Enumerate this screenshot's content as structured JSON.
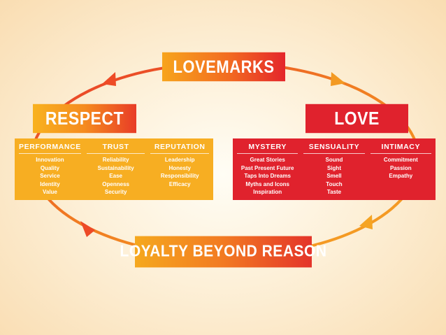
{
  "top": {
    "label": "LOVEMARKS"
  },
  "bottom": {
    "label": "LOYALTY BEYOND REASON"
  },
  "respect": {
    "label": "RESPECT",
    "columns": [
      {
        "title": "PERFORMANCE",
        "items": [
          "Innovation",
          "Quality",
          "Service",
          "Identity",
          "Value"
        ]
      },
      {
        "title": "TRUST",
        "items": [
          "Reliability",
          "Sustainability",
          "Ease",
          "Openness",
          "Security"
        ]
      },
      {
        "title": "REPUTATION",
        "items": [
          "Leadership",
          "Honesty",
          "Responsibility",
          "Efficacy"
        ]
      }
    ]
  },
  "love": {
    "label": "LOVE",
    "columns": [
      {
        "title": "MYSTERY",
        "items": [
          "Great Stories",
          "Past Present Future",
          "Taps Into Dreams",
          "Myths and Icons",
          "Inspiration"
        ]
      },
      {
        "title": "SENSUALITY",
        "items": [
          "Sound",
          "Sight",
          "Smell",
          "Touch",
          "Taste"
        ]
      },
      {
        "title": "INTIMACY",
        "items": [
          "Commitment",
          "Passion",
          "Empathy"
        ]
      }
    ]
  },
  "colors": {
    "red": "#e0222d",
    "orange": "#f26a21",
    "yellow": "#f7ae22"
  }
}
